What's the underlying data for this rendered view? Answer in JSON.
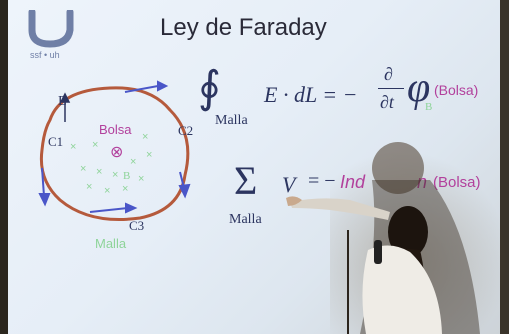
{
  "slide": {
    "logo_text": "ssf • uh",
    "title": "Ley de Faraday",
    "diagram": {
      "field_label": "E",
      "bag_label": "Bolsa",
      "field_symbol": "⊗",
      "b_label": "B",
      "c1_label": "C1",
      "c2_label": "C2",
      "c3_label": "C3",
      "loop_label": "Malla"
    },
    "equation1": {
      "integral_symbol": "∮",
      "sub": "Malla",
      "lhs": "E · dL = −",
      "partial_top": "∂",
      "partial_bottom": "∂t",
      "phi": "φ",
      "phi_sub": "B",
      "note": "(Bolsa)"
    },
    "equation2": {
      "sum_symbol": "Σ",
      "sub": "Malla",
      "lhs": "V",
      "eq": "= −",
      "text_a": "Ind",
      "text_b": "n",
      "note": "(Bolsa)"
    }
  },
  "colors": {
    "screen": "#e8f0f8",
    "title": "#2a2a38",
    "equation": "#2c3560",
    "magenta": "#b2409c",
    "green": "#8fd49a",
    "loop": "#b55a3c",
    "arrows": "#4a56c8"
  }
}
